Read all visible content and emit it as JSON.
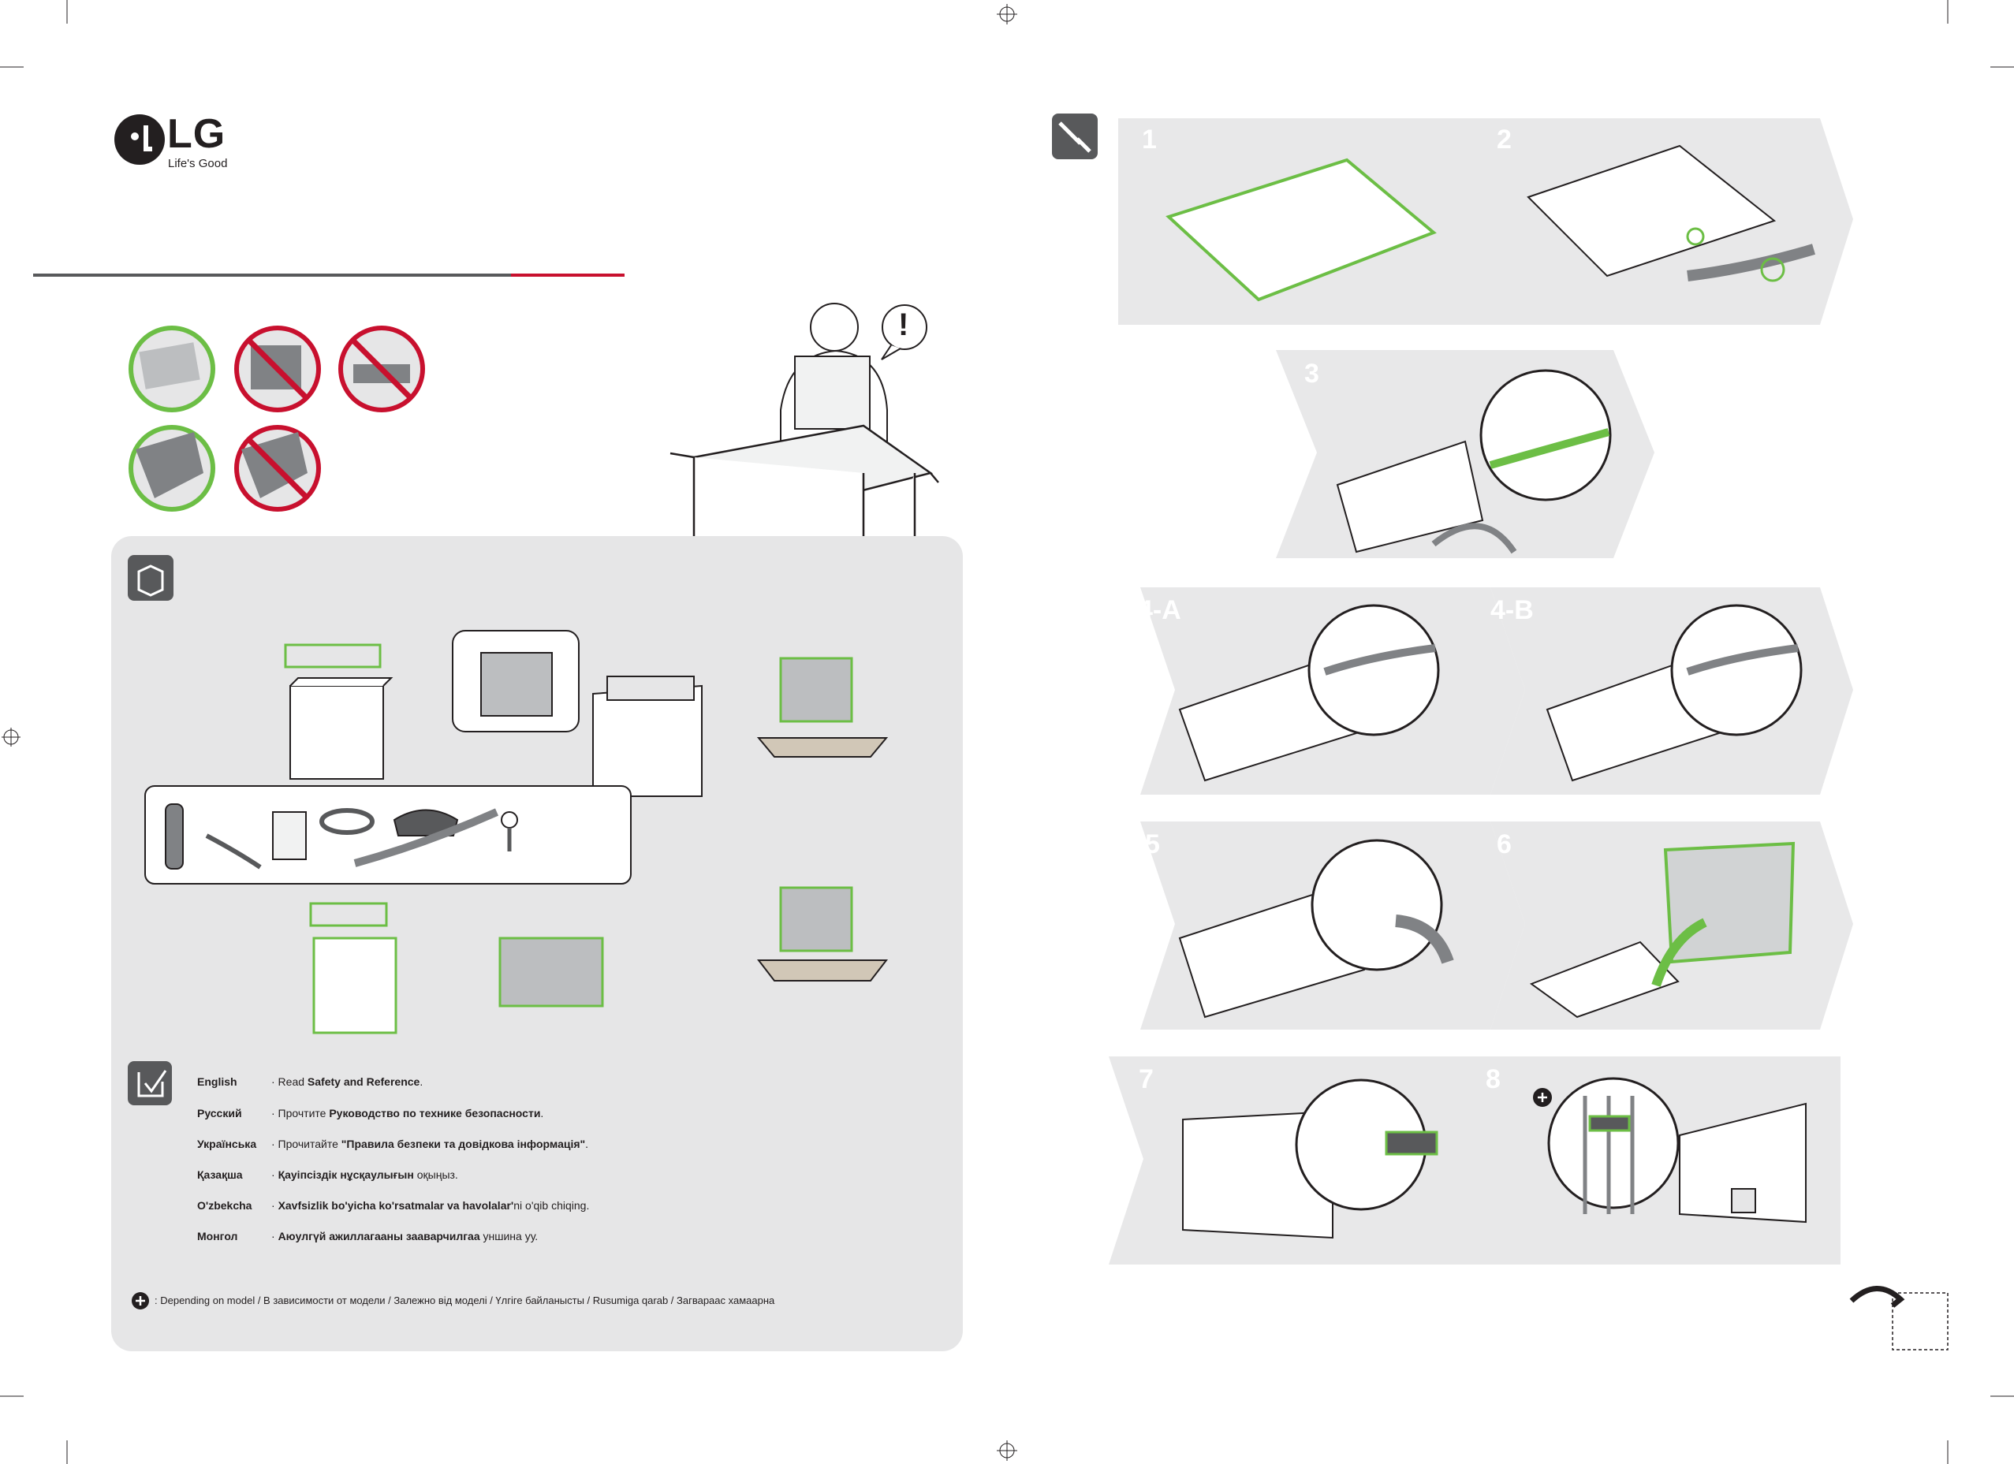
{
  "brand": {
    "logo_text": "LG",
    "slogan": "Life's Good"
  },
  "colors": {
    "accent_green": "#6cbe45",
    "lg_red": "#c8102e",
    "panel_gray": "#e6e6e7",
    "step_gray": "#e8e8e9",
    "icon_dark": "#58595b"
  },
  "steps": [
    "1",
    "2",
    "3",
    "4-A",
    "4-B",
    "5",
    "6",
    "7",
    "8"
  ],
  "warning_symbol": "!",
  "languages": [
    {
      "name": "English",
      "prefix": "· Read ",
      "bold": "Safety and Reference",
      "suffix": "."
    },
    {
      "name": "Русский",
      "prefix": "· Прочтите ",
      "bold": "Руководство по технике безопасности",
      "suffix": "."
    },
    {
      "name": "Українська",
      "prefix": "· Прочитайте ",
      "bold": "\"Правила безпеки та довідкова інформація\"",
      "suffix": "."
    },
    {
      "name": "Қазақша",
      "prefix": "· ",
      "bold": "Қауіпсіздік нұсқаулығын",
      "suffix": " оқыңыз."
    },
    {
      "name": "O'zbekcha",
      "prefix": "· ",
      "bold": "Xavfsizlik bo'yicha ko'rsatmalar va havolalar'",
      "suffix": "ni o'qib chiqing."
    },
    {
      "name": "Монгол",
      "prefix": "· ",
      "bold": "Аюулгүй ажиллагааны зааварчилгаа",
      "suffix": " уншина уу."
    }
  ],
  "footnote": ": Depending on model / В зависимости от модели / Залежно від моделі / Үлгіге байланысты / Rusumiga qarab / Загвараас хамаарна"
}
